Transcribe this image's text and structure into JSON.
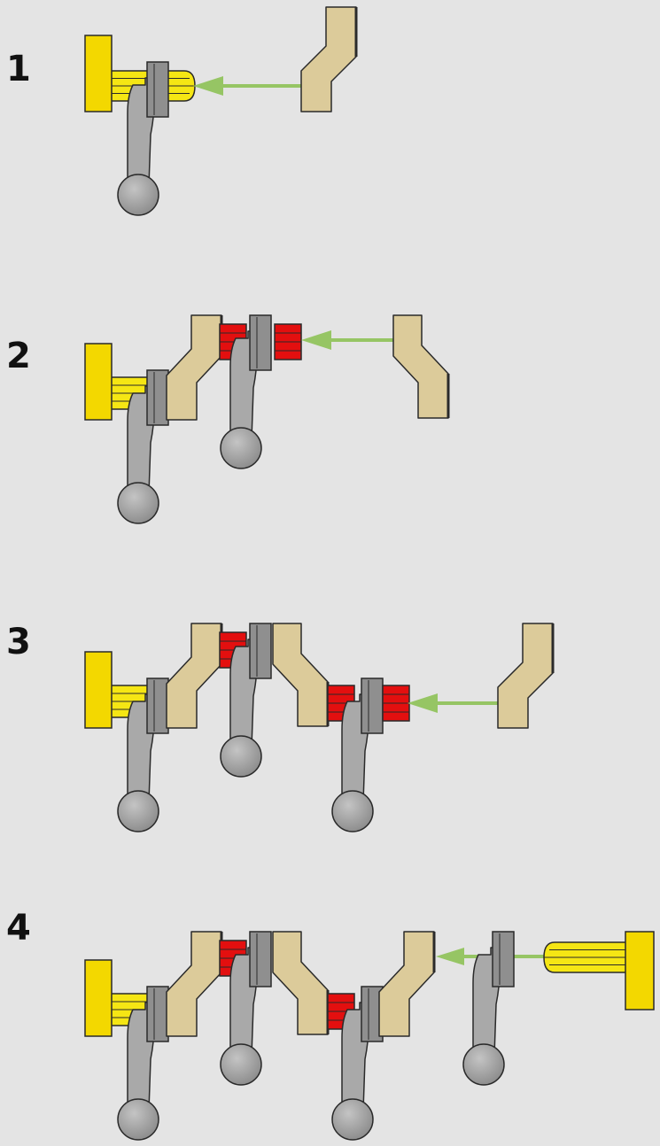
{
  "steps": [
    {
      "label": "1"
    },
    {
      "label": "2"
    },
    {
      "label": "3"
    },
    {
      "label": "4"
    }
  ],
  "colors": {
    "background": "#e4e4e4",
    "rod": "#a6a6a6",
    "journal": "#8c8c8c",
    "bob": "#9a9a9a",
    "web": "#dccb9a",
    "pin_yellow": "#f5e614",
    "cap_yellow": "#f3d800",
    "pin_red": "#e30f0f",
    "arrow": "#96c564",
    "outline": "#2a2a2a"
  }
}
